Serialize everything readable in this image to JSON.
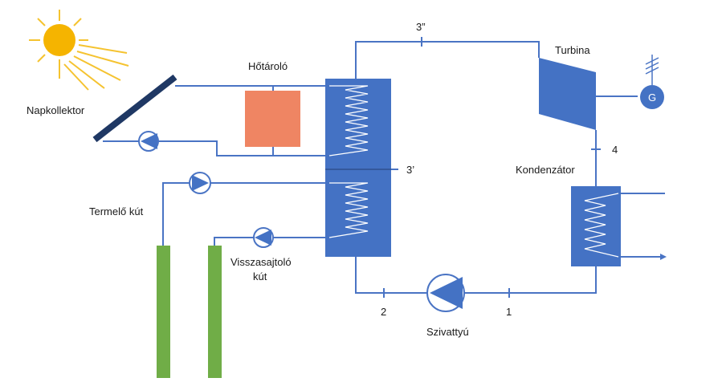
{
  "labels": {
    "napkollektor": "Napkollektor",
    "hotarolo": "Hőtároló",
    "turbina": "Turbina",
    "generator": "G",
    "kondenzator": "Kondenzátor",
    "termelo_kut": "Termelő kút",
    "visszasajtolo_line1": "Visszasajtoló",
    "visszasajtolo_line2": "kút",
    "szivattyu": "Szivattyú",
    "point_3ii": "3”",
    "point_3i": "3’",
    "point_4": "4",
    "point_2": "2",
    "point_1": "1"
  },
  "colors": {
    "pipe": "#4a74c4",
    "equipment": "#4472c4",
    "storage": "#ef8563",
    "well": "#70ad47",
    "collector": "#1f3864",
    "sun": "#f5b400"
  },
  "icons": {
    "sun": "sun-icon",
    "generator": "generator-icon",
    "pump": "pump-icon"
  }
}
